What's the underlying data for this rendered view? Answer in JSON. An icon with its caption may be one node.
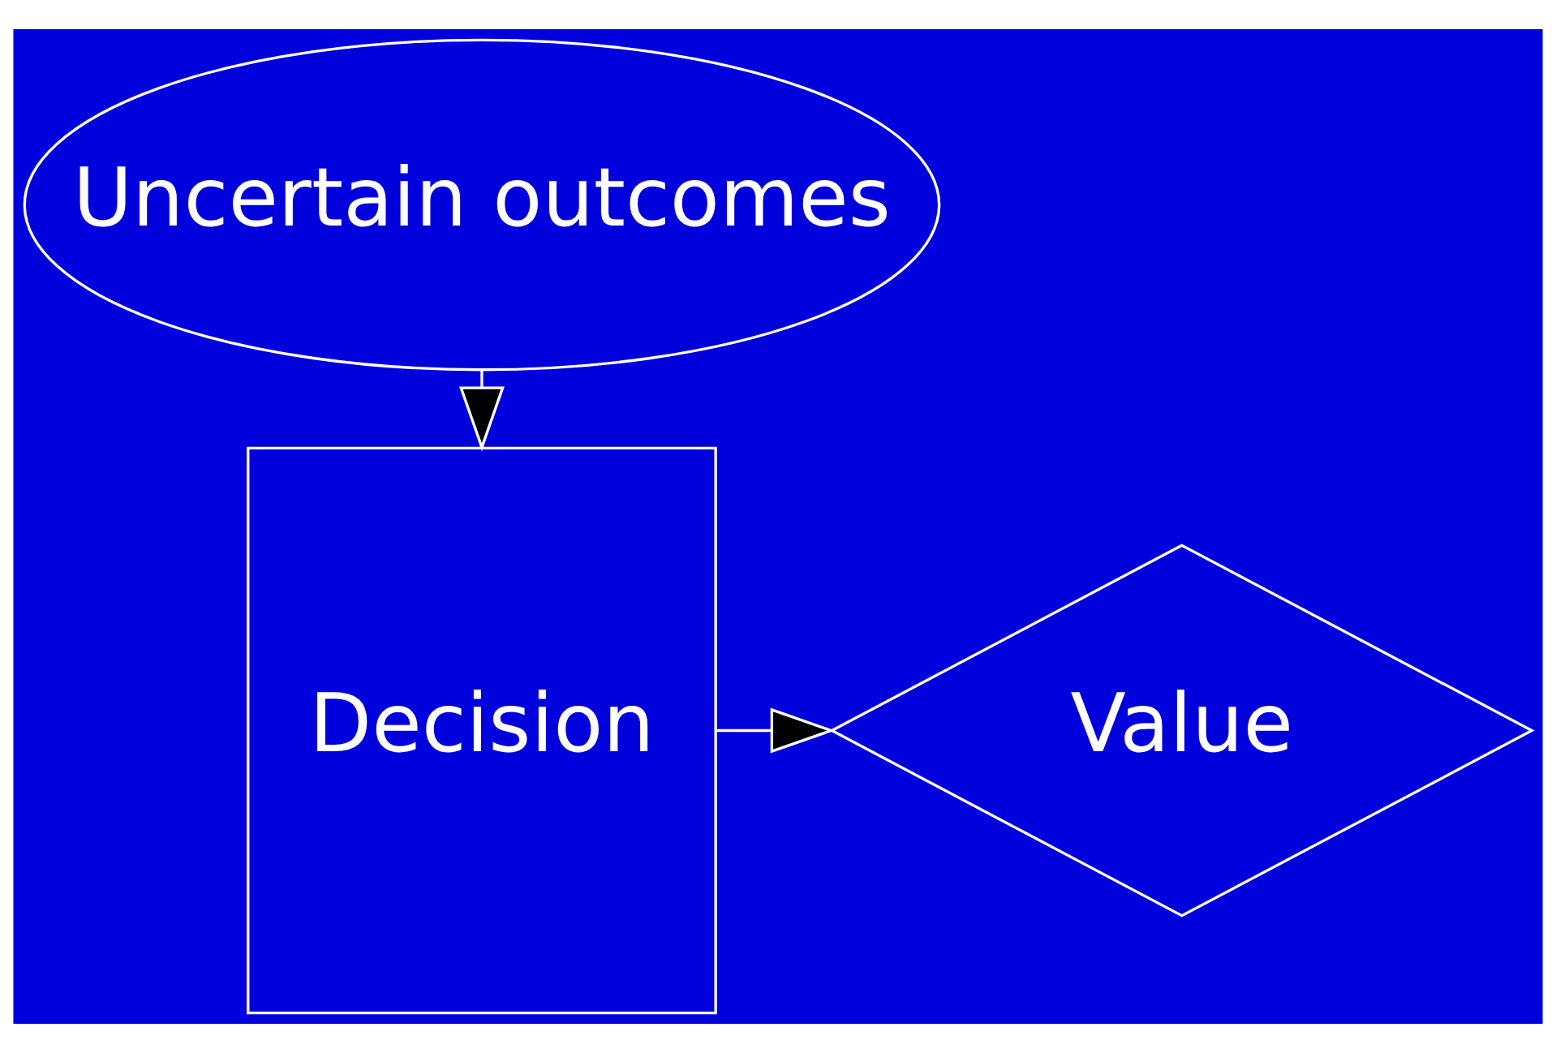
{
  "diagram": {
    "nodes": [
      {
        "text": [
          "Uncertain outcomes"
        ]
      },
      {
        "text": [
          "Decision"
        ]
      },
      {
        "text": [
          "Value"
        ]
      }
    ],
    "edges": [
      {
        "from": 0,
        "to": 1,
        "arrow": "to"
      },
      {
        "from": 1,
        "to": 2,
        "arrow": "to"
      }
    ]
  }
}
